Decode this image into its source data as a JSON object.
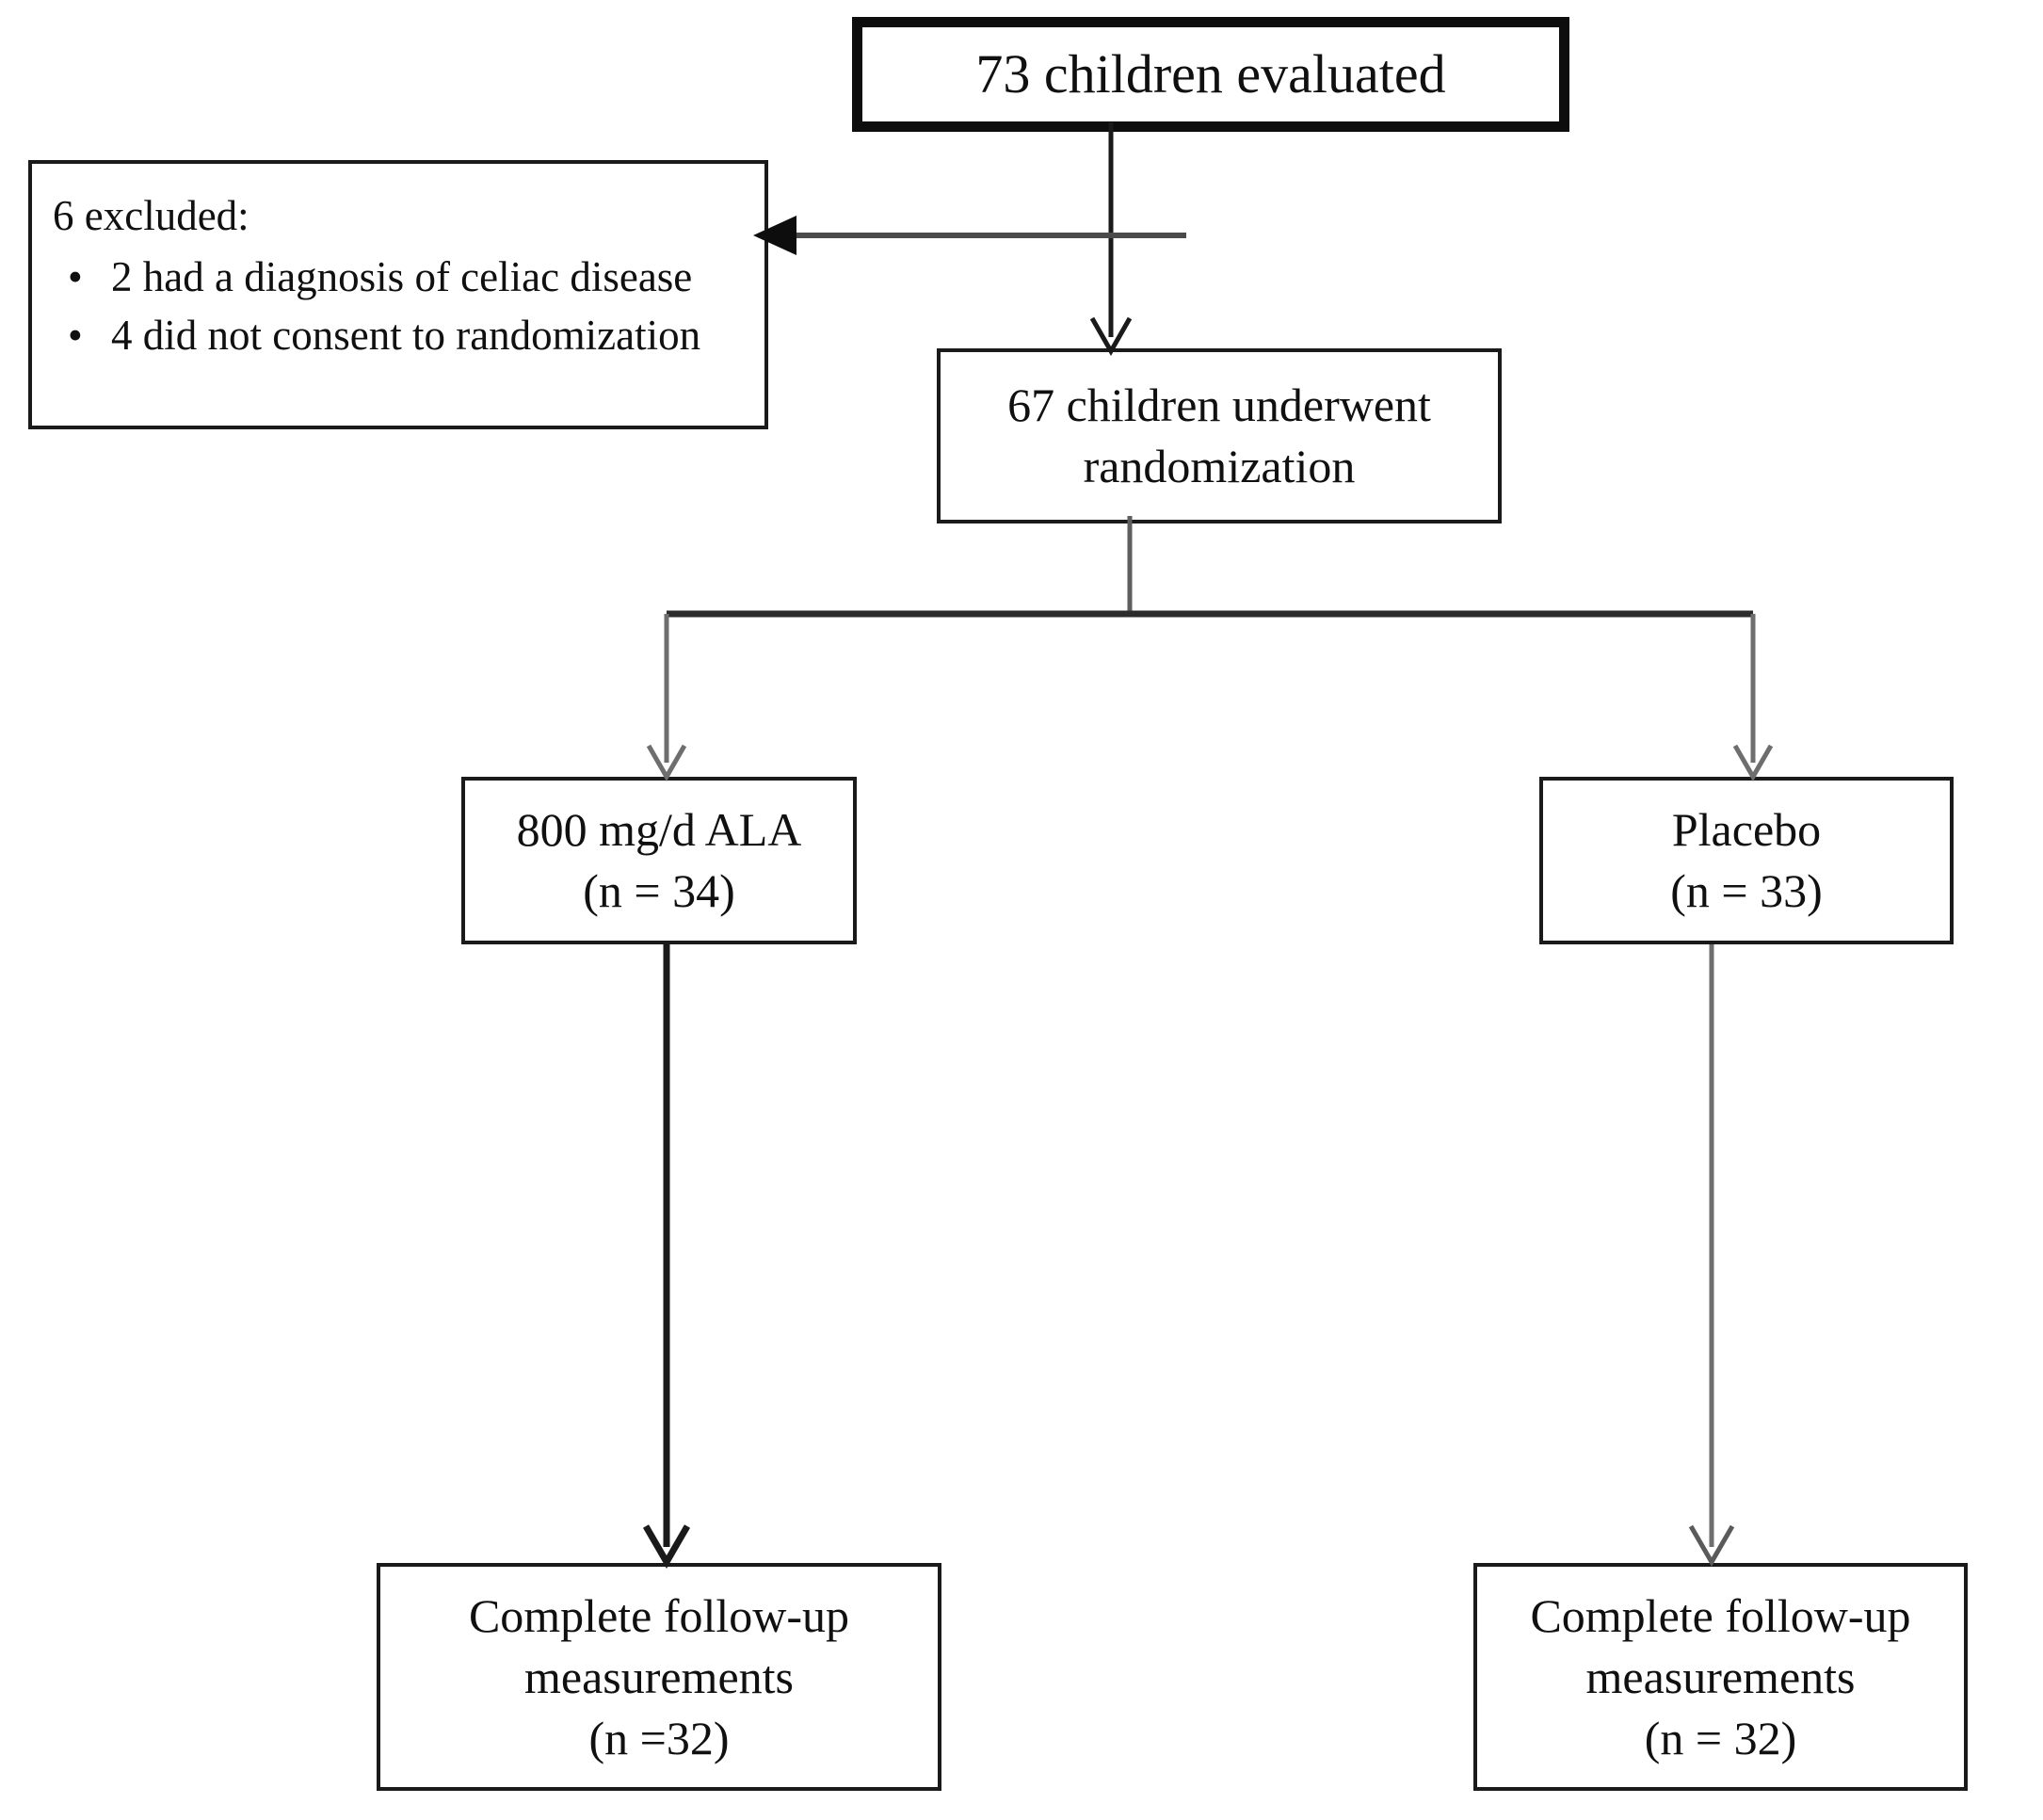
{
  "diagram": {
    "title": "CONSORT participant flow diagram",
    "type": "flowchart",
    "nodes": {
      "evaluated": {
        "text": "73 children evaluated",
        "count": 73
      },
      "excluded": {
        "heading": "6 excluded:",
        "count": 6,
        "bullet_glyph": "•",
        "reasons": [
          "2 had a diagnosis of celiac disease",
          "4 did not consent to randomization"
        ]
      },
      "randomized": {
        "line1": "67 children underwent",
        "line2": "randomization",
        "count": 67
      },
      "ala_arm": {
        "line1": "800 mg/d ALA",
        "line2": "(n = 34)",
        "count": 34
      },
      "placebo_arm": {
        "line1": "Placebo",
        "line2": "(n = 33)",
        "count": 33
      },
      "followup_left": {
        "line1": "Complete follow-up",
        "line2": "measurements",
        "line3": "(n =32)",
        "count": 32
      },
      "followup_right": {
        "line1": "Complete follow-up",
        "line2": "measurements",
        "line3": "(n = 32)",
        "count": 32
      }
    },
    "edges": [
      {
        "name": "evaluated-to-randomized",
        "from": "evaluated",
        "to": "randomized",
        "direction": "down"
      },
      {
        "name": "evaluated-to-excluded",
        "from": "evaluated",
        "to": "excluded",
        "direction": "left"
      },
      {
        "name": "randomized-to-arms",
        "from": "randomized",
        "to": "ala_arm, placebo_arm",
        "direction": "split-down"
      },
      {
        "name": "ala-to-followup",
        "from": "ala_arm",
        "to": "followup_left",
        "direction": "down"
      },
      {
        "name": "placebo-to-followup",
        "from": "placebo_arm",
        "to": "followup_right",
        "direction": "down"
      }
    ],
    "colors": {
      "background": "#ffffff",
      "text": "#101010",
      "border_emphasis": "#0d0d0d",
      "border_normal": "#1a1a1a",
      "connector_dark": "#1a1a1a",
      "connector_light": "#6e6e6e"
    }
  }
}
